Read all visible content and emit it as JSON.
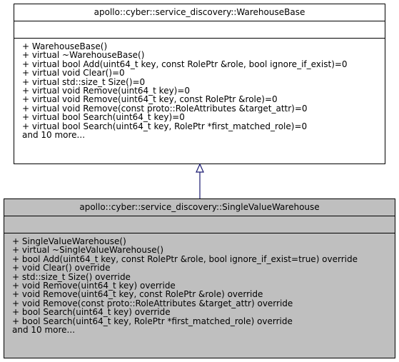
{
  "diagram": {
    "base_class": {
      "name": "apollo::cyber::service_discovery::WarehouseBase",
      "attributes": [],
      "operations": [
        "+ WarehouseBase()",
        "+ virtual ~WarehouseBase()",
        "+ virtual bool Add(uint64_t key, const RolePtr &role, bool ignore_if_exist)=0",
        "+ virtual void Clear()=0",
        "+ virtual std::size_t Size()=0",
        "+ virtual void Remove(uint64_t key)=0",
        "+ virtual void Remove(uint64_t key, const RolePtr &role)=0",
        "+ virtual void Remove(const proto::RoleAttributes &target_attr)=0",
        "+ virtual bool Search(uint64_t key)=0",
        "+ virtual bool Search(uint64_t key, RolePtr *first_matched_role)=0",
        "and 10 more..."
      ]
    },
    "derived_class": {
      "name": "apollo::cyber::service_discovery::SingleValueWarehouse",
      "attributes": [],
      "operations": [
        "+ SingleValueWarehouse()",
        "+ virtual ~SingleValueWarehouse()",
        "+ bool Add(uint64_t key, const RolePtr &role, bool ignore_if_exist=true) override",
        "+ void Clear() override",
        "+ std::size_t Size() override",
        "+ void Remove(uint64_t key) override",
        "+ void Remove(uint64_t key, const RolePtr &role) override",
        "+ void Remove(const proto::RoleAttributes &target_attr) override",
        "+ bool Search(uint64_t key) override",
        "+ bool Search(uint64_t key, RolePtr *first_matched_role) override",
        "and 10 more..."
      ]
    },
    "colors": {
      "base_fill": "#ffffff",
      "derived_fill": "#bfbfbf",
      "border": "#000000",
      "arrow": "#191970"
    }
  }
}
